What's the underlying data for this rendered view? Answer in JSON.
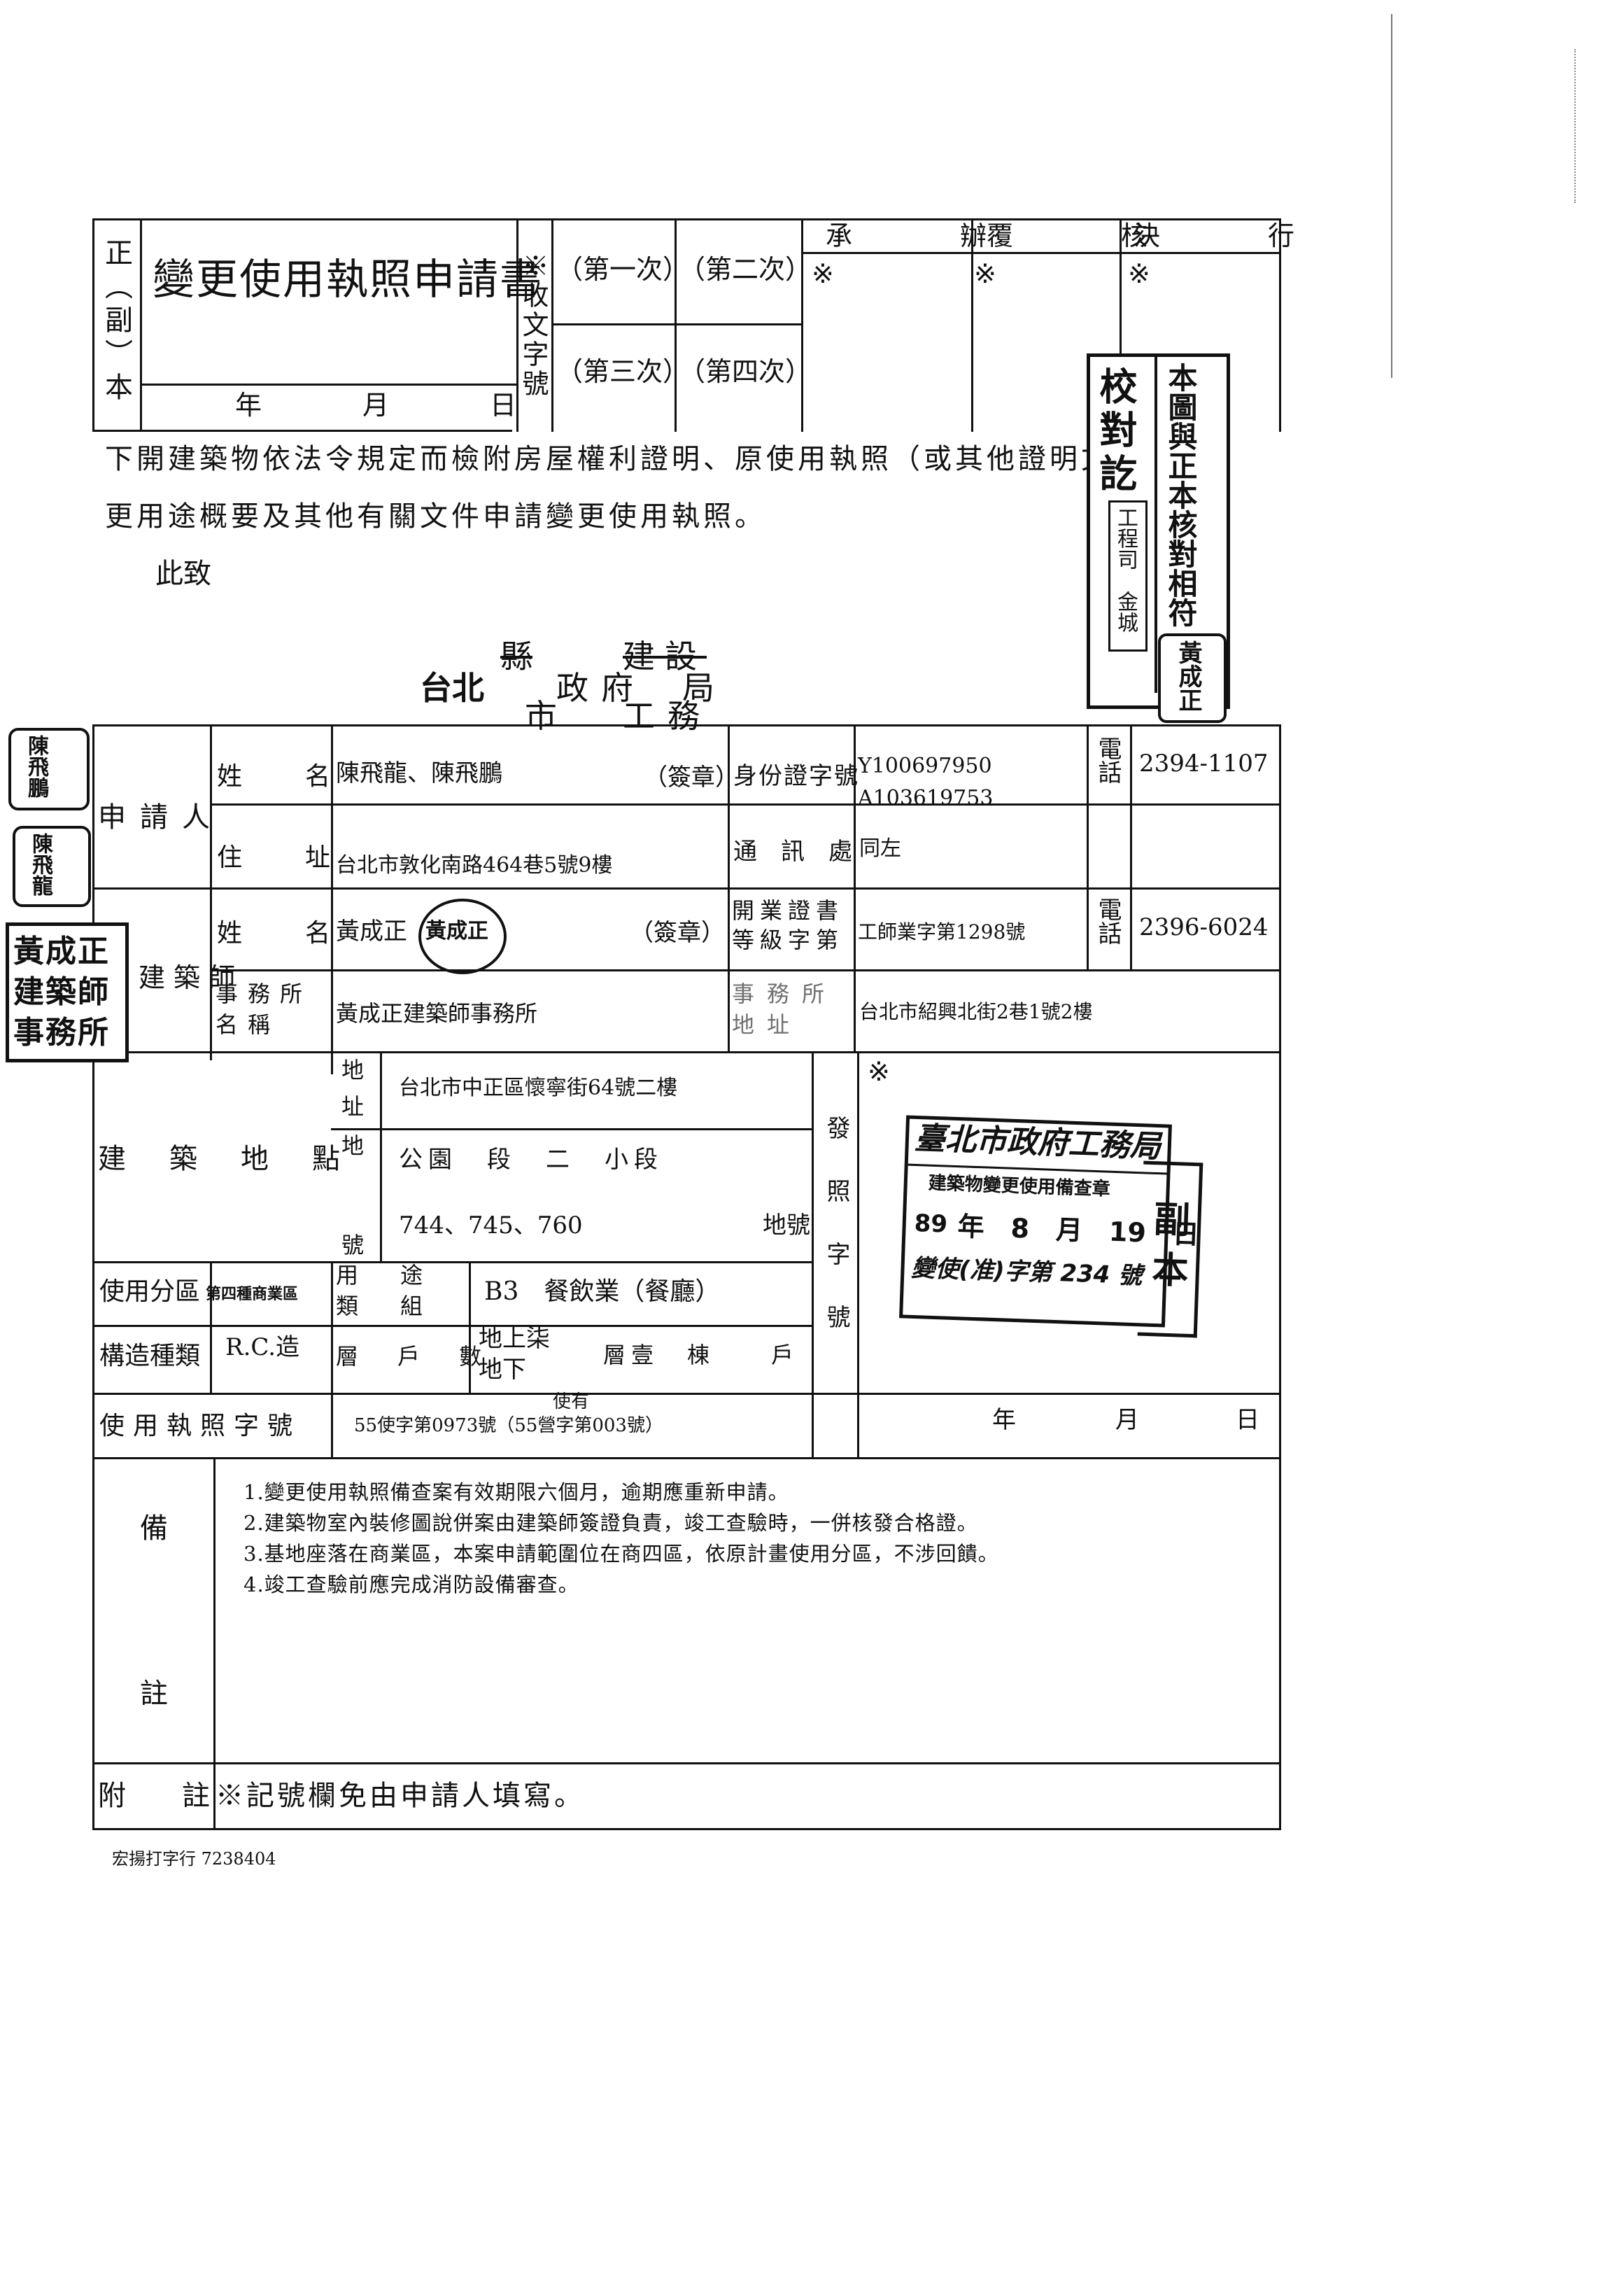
{
  "form": {
    "copy_marker": "正（副）本",
    "title": "變更使用執照申請書",
    "date_line": [
      "年",
      "月",
      "日"
    ],
    "receipt_label": "※收文字號",
    "rounds": [
      "（第一次）",
      "（第二次）",
      "（第三次）",
      "（第四次）"
    ],
    "approval_headers": [
      "承　　辦",
      "覆　　核",
      "決　　行"
    ],
    "asterisk": "※",
    "intro_line1": "下開建築物依法令規定而檢附房屋權利證明、原使用執照（或其他證明文件）變",
    "intro_line2": "更用途概要及其他有關文件申請變更使用執照。",
    "salutation": "此致",
    "gov_line1_struck_county": "縣",
    "gov_line1_struck_construction": "建設",
    "gov_taipei": "台北",
    "gov_government": "政府",
    "gov_bureau": "局",
    "gov_city": "市",
    "gov_public_works": "工務"
  },
  "applicant": {
    "section_label": "申請人",
    "name_label": "姓　　名",
    "name": "陳飛龍、陳飛鵬",
    "sign_label": "（簽章）",
    "id_label": "身份證字號",
    "id_numbers": [
      "Y100697950",
      "A103619753"
    ],
    "phone_label": "電話",
    "phone": "2394-1107",
    "address_label": "住　　址",
    "address": "台北市敦化南路464巷5號9樓",
    "mail_label": "通　訊　處",
    "mail": "同左"
  },
  "architect": {
    "section_label": "建築師",
    "name_label": "姓　　名",
    "name": "黃成正",
    "sign_label": "（簽章）",
    "license_label": "開業證書等級字第",
    "license": "工師業字第1298號",
    "phone_label": "電話",
    "phone": "2396-6024",
    "office_label": "事務所名稱",
    "office": "黃成正建築師事務所",
    "office_address_label": "事務所地址",
    "office_address": "台北市紹興北街2巷1號2樓"
  },
  "site": {
    "section_label": "建築地點",
    "address_label": "地址",
    "address": "台北市中正區懷寧街64號二樓",
    "lot_label": "地號",
    "lot_section": "公園　段　二　小段",
    "lot_numbers": "744、745、760",
    "lot_suffix": "地號",
    "issue_label": "發照字號"
  },
  "usage": {
    "zone_label": "使用分區",
    "zone": "第四種商業區",
    "use_label": "用途類組",
    "use": "B3　餐飲業（餐廳）",
    "structure_label": "構造種類",
    "structure": "R.C.造",
    "floors_label": "層戶數",
    "floors_above": "地上柒",
    "floors_below": "地下",
    "floors_suffix": "層壹　棟　　戶",
    "permit_label": "使用執照字號",
    "permit": "55使字第0973號（55營字第003號）",
    "permit_note": "使有",
    "date_labels": [
      "年",
      "月",
      "日"
    ]
  },
  "remarks": {
    "label_top": "備",
    "label_bottom": "註",
    "items": [
      "1.變更使用執照備查案有效期限六個月，逾期應重新申請。",
      "2.建築物室內裝修圖說併案由建築師簽證負責，竣工查驗時，一併核發合格證。",
      "3.基地座落在商業區，本案申請範圍位在商四區，依原計畫使用分區，不涉回饋。",
      "4.竣工查驗前應完成消防設備審查。"
    ],
    "note_label": "附　　註",
    "note": "※記號欄免由申請人填寫。"
  },
  "stamps": {
    "proof_check": "校對訖",
    "verified": "本圖與正本核對相符",
    "engineer_name": "工程司　金城",
    "bureau_title": "臺北市政府工務局",
    "bureau_sub": "建築物變更使用備查章",
    "bureau_date_year": "89",
    "bureau_date": "年　8　月　19　日",
    "bureau_no": "變使(准)字第 234 號",
    "copy_label": "副本",
    "architect_seal": "黃成正建築師事務所",
    "seal_left": "黃成正",
    "seal_top": "陳飛鵬",
    "seal_top2": "陳飛龍"
  },
  "footer": {
    "printer": "宏揚打字行 7238404"
  }
}
